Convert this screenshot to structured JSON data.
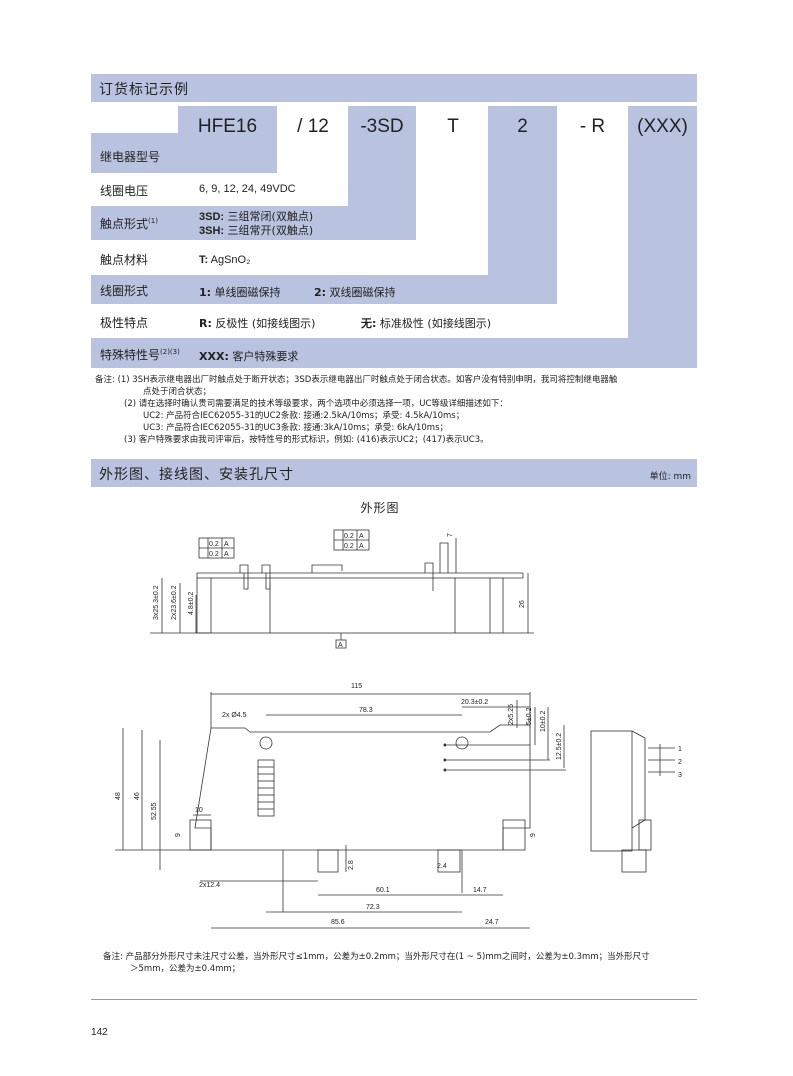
{
  "order": {
    "title": "订货标记示例",
    "codes": [
      "HFE16",
      "/ 12",
      "-3SD",
      "T",
      "2",
      "- R",
      "(XXX)"
    ],
    "rows": [
      {
        "label": "继电器型号",
        "sup": "",
        "value": ""
      },
      {
        "label": "线圈电压",
        "sup": "",
        "value": "6, 9, 12, 24, 49VDC"
      },
      {
        "label": "触点形式",
        "sup": "(1)",
        "value_b1": "3SD:",
        "value_t1": " 三组常闭(双触点)",
        "value_b2": "3SH:",
        "value_t2": " 三组常开(双触点)"
      },
      {
        "label": "触点材料",
        "sup": "",
        "value_b1": "T:",
        "value_t1": " AgSnO₂"
      },
      {
        "label": "线圈形式",
        "sup": "",
        "value_b1": "1:",
        "value_t1": " 单线圈磁保持",
        "value_b2": "2:",
        "value_t2": " 双线圈磁保持"
      },
      {
        "label": "极性特点",
        "sup": "",
        "value_b1": "R:",
        "value_t1": " 反极性 (如接线图示)",
        "value_b2": "无:",
        "value_t2": " 标准极性 (如接线图示)"
      },
      {
        "label": "特殊特性号",
        "sup": "(2)(3)",
        "value_b1": "XXX:",
        "value_t1": " 客户特殊要求"
      }
    ],
    "notes": [
      "备注:  (1)  3SH表示继电器出厂时触点处于断开状态；3SD表示继电器出厂时触点处于闭合状态。如客户没有特别申明，我司将控制继电器触",
      "点处于闭合状态；",
      "(2)  请在选择时确认贵司需要满足的技术等级要求，两个选项中必须选择一项，UC等级详细描述如下：",
      "UC2: 产品符合IEC62055-31的UC2条款: 接通:2.5kA/10ms；承受: 4.5kA/10ms；",
      "UC3: 产品符合IEC62055-31的UC3条款: 接通:3kA/10ms；承受: 6kA/10ms；",
      "(3)  客户特殊要求由我司评审后，按特性号的形式标识，例如: (416)表示UC2；(417)表示UC3。"
    ]
  },
  "dims": {
    "title": "外形图、接线图、安装孔尺寸",
    "unit": "单位: mm",
    "subtitle": "外形图",
    "labels": {
      "tol1": "0.2",
      "tolA": "A",
      "datum": "A",
      "d7": "7",
      "d26": "26",
      "d3x25": "3x25.3±0.2",
      "d2x23": "2x23.6±0.2",
      "d4_8": "4.8±0.2",
      "d115": "115",
      "d78": "78.3",
      "d20": "20.3±0.2",
      "d2x4_5": "2x Ø4.5",
      "d2x5": "2x5.25",
      "d5": "5±0.2",
      "d10": "10±0.2",
      "d12_5": "12.5±0.2",
      "d48": "48",
      "d46": "46",
      "d52": "52.55",
      "d10b": "10",
      "d9a": "9",
      "d9b": "9",
      "d2_8": "2.8",
      "d2_4": "2.4",
      "d2x12": "2x12.4",
      "d60": "60.1",
      "d14": "14.7",
      "d72": "72.3",
      "d85": "85.6",
      "d24": "24.7",
      "pin1": "1",
      "pin2": "2",
      "pin3": "3"
    },
    "note_line1": "备注:  产品部分外形尺寸未注尺寸公差，当外形尺寸≤1mm，公差为±0.2mm；当外形尺寸在(1 ~ 5)mm之间时，公差为±0.3mm；当外形尺寸",
    "note_line2": "＞5mm，公差为±0.4mm；"
  },
  "page_number": "142",
  "colors": {
    "band": "#b9c3df",
    "text": "#222222",
    "line": "#333333"
  }
}
